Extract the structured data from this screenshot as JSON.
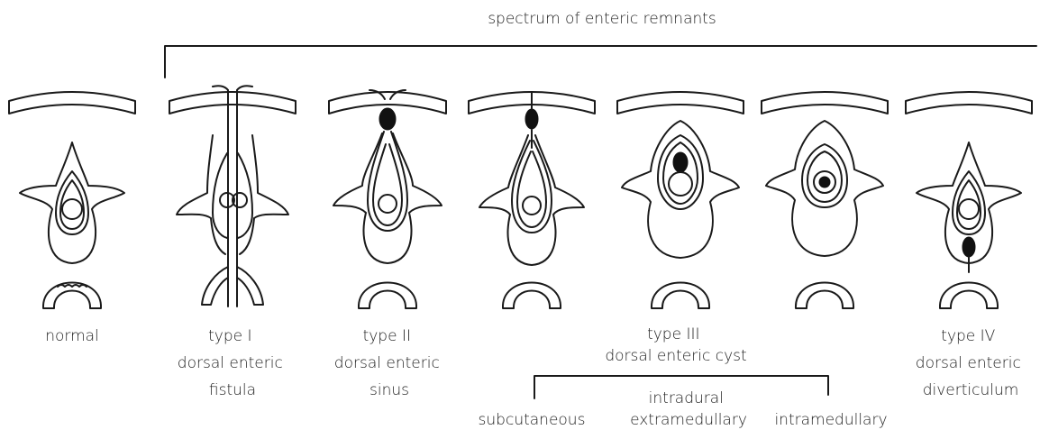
{
  "header": {
    "title": "spectrum of enteric remnants"
  },
  "panels": [
    {
      "id": "normal",
      "lines": [
        "normal"
      ]
    },
    {
      "id": "type-1",
      "lines": [
        "type I",
        "dorsal enteric",
        "fistula"
      ]
    },
    {
      "id": "type-2",
      "lines": [
        "type II",
        "dorsal enteric",
        "sinus"
      ]
    },
    {
      "id": "type-3",
      "lines": [
        "type III",
        "dorsal enteric cyst"
      ]
    },
    {
      "id": "type-4",
      "lines": [
        "type IV",
        "dorsal enteric",
        "diverticulum"
      ]
    }
  ],
  "type3_subtypes": [
    "subcutaneous",
    "intradural\nextramedullary",
    "intramedullary"
  ],
  "subtype_lines": [
    [
      "subcutaneous"
    ],
    [
      "intradural",
      "extramedullary"
    ],
    [
      "intramedullary"
    ]
  ]
}
